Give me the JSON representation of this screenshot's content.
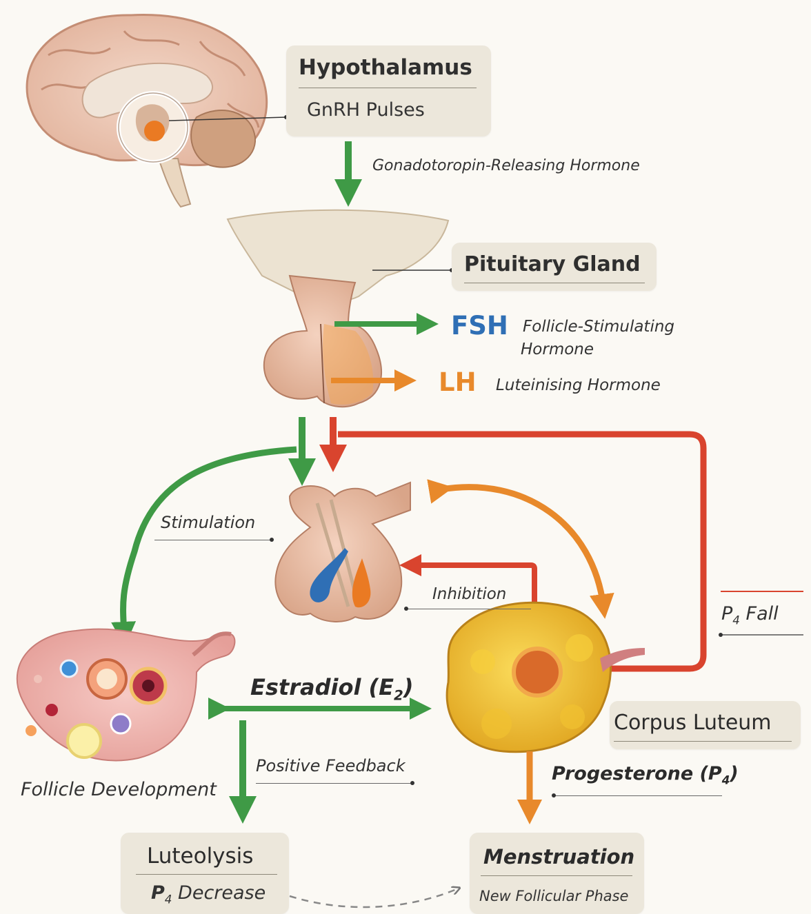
{
  "hypothalamus": {
    "title": "Hypothalamus",
    "sub": "GnRH Pulses"
  },
  "gnrh": {
    "label": "Gonadotoropin-Releasing Hormone"
  },
  "pituitary": {
    "title": "Pituitary Gland"
  },
  "fsh": {
    "abbr": "FSH",
    "line1": "Follicle-Stimulating",
    "line2": "Hormone"
  },
  "lh": {
    "abbr": "LH",
    "full": "Luteinising Hormone"
  },
  "stimulation": {
    "label": "Stimulation"
  },
  "inhibition": {
    "label": "Inhibition"
  },
  "p4fall": {
    "p": "P",
    "sub": "4",
    "text": "Fall"
  },
  "estradiol": {
    "text": "Estradiol (E",
    "sub": "2",
    "close": ")"
  },
  "follicle": {
    "label": "Follicle Development"
  },
  "corpus": {
    "title": "Corpus Luteum"
  },
  "positive": {
    "label": "Positive Feedback"
  },
  "progesterone": {
    "text": "Progesterone (P",
    "sub": "4",
    "close": ")"
  },
  "luteolysis": {
    "title": "Luteolysis",
    "p": "P",
    "sub": "4",
    "text": "Decrease"
  },
  "menstruation": {
    "title": "Menstruation",
    "sub": "New Follicular Phase"
  },
  "colors": {
    "green": "#3f9a46",
    "orange": "#e8892b",
    "red": "#d9442e",
    "blue": "#2f6fb5"
  }
}
